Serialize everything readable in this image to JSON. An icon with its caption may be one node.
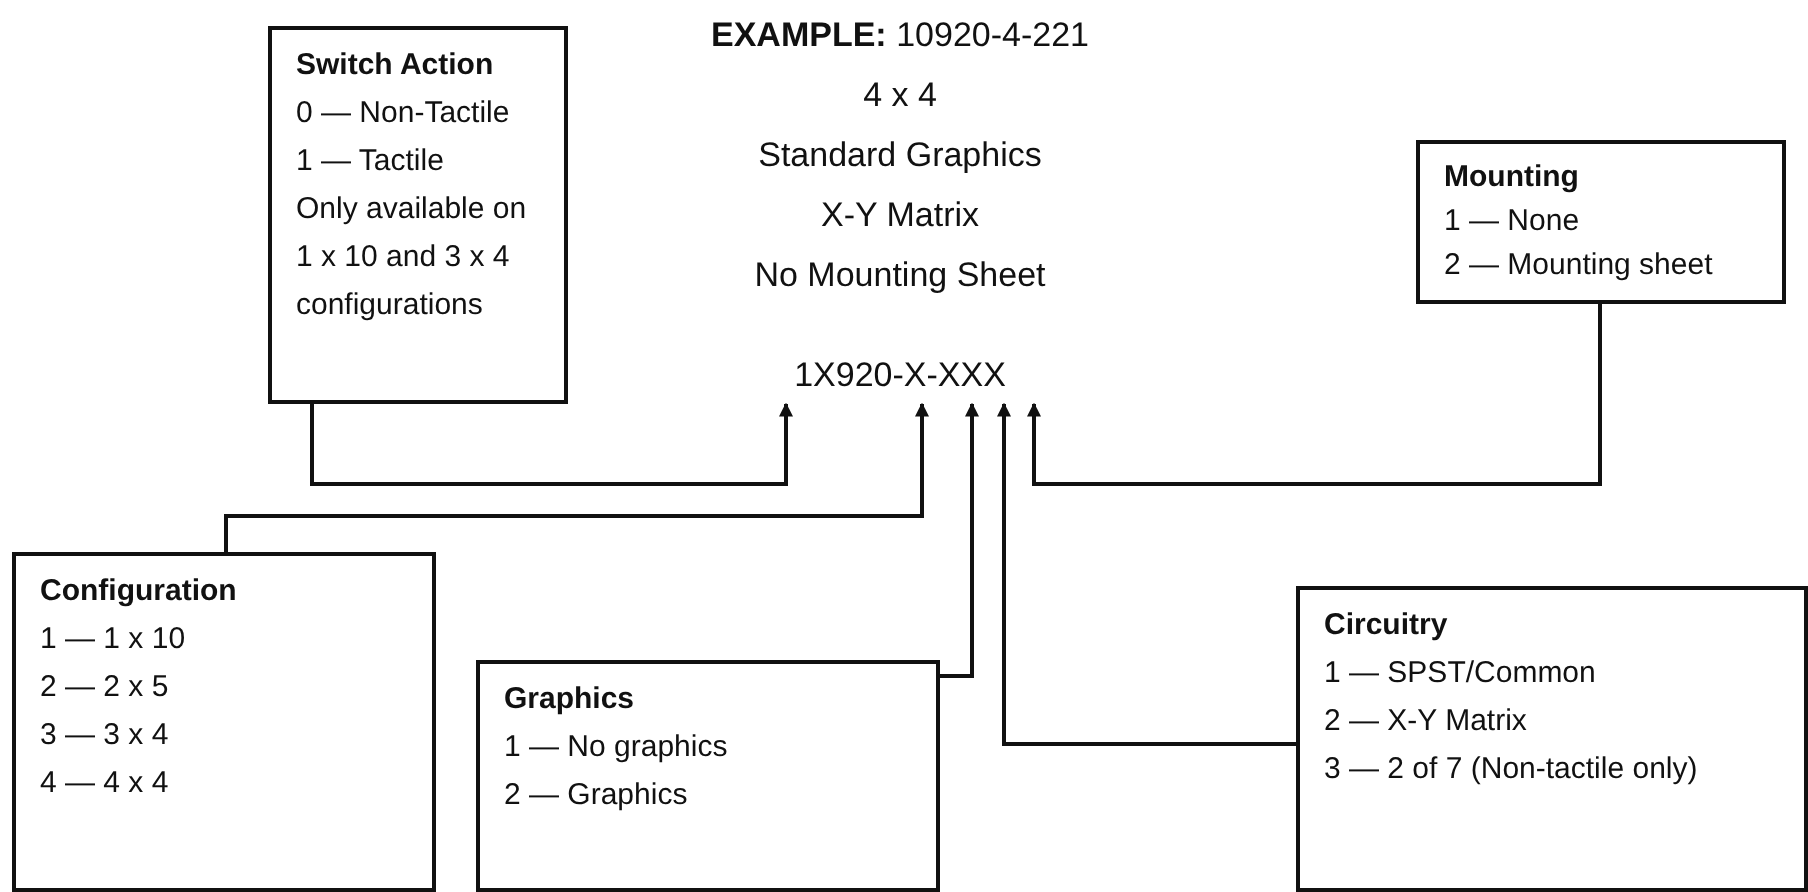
{
  "diagram": {
    "nodes": [
      {
        "text": [
          "Switch Action",
          "0 — Non-Tactile",
          "1 — Tactile",
          "Only available on 1 x 10 and 3 x 4 configurations"
        ]
      },
      {
        "text": [
          "Mounting",
          "1 — None",
          "2 — Mounting sheet"
        ]
      },
      {
        "text": [
          "1X920-X-XXX"
        ]
      },
      {
        "text": [
          "Configuration",
          "1 — 1 x 10",
          "2 — 2 x 5",
          "3 — 3 x 4",
          "4 — 4 x 4"
        ]
      },
      {
        "text": [
          "Graphics",
          "1 — No graphics",
          "2 — Graphics"
        ]
      },
      {
        "text": [
          "Circuitry",
          "1 — SPST/Common",
          "2 — X-Y Matrix",
          "3 — 2 of 7 (Non-tactile only)"
        ]
      }
    ],
    "edges": [
      {
        "from": 0,
        "to": 2,
        "arrow": "to"
      },
      {
        "from": 3,
        "to": 2,
        "arrow": "to"
      },
      {
        "from": 4,
        "to": 2,
        "arrow": "to"
      },
      {
        "from": 5,
        "to": 2,
        "arrow": "to"
      },
      {
        "from": 1,
        "to": 2,
        "arrow": "to"
      }
    ],
    "labels": [
      "**EXAMPLE:** 10920-4-221",
      "4 x 4",
      "Standard Graphics",
      "X-Y Matrix",
      "No Mounting Sheet"
    ]
  }
}
